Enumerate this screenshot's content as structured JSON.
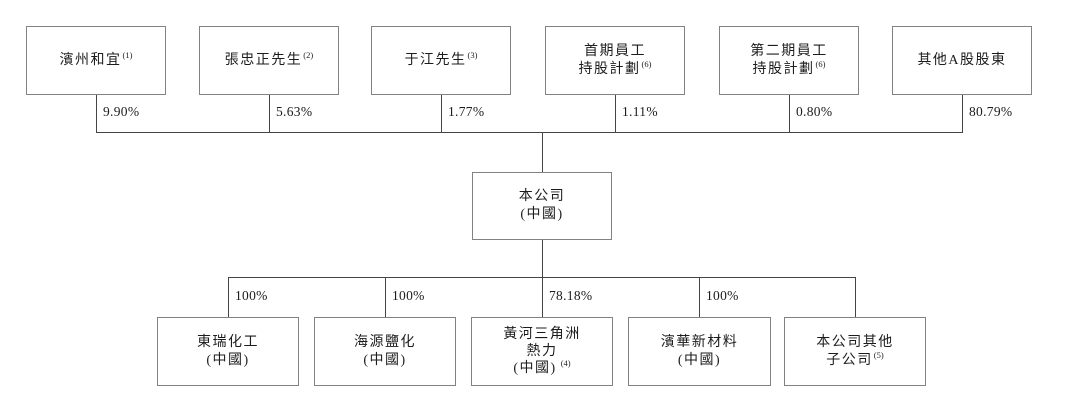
{
  "diagram": {
    "title": "shareholding-structure",
    "company": {
      "line1": "本公司",
      "line2": "(中國)"
    },
    "shareholders": [
      {
        "line1": "濱州和宜",
        "note": "(1)",
        "pct": "9.90%"
      },
      {
        "line1": "張忠正先生",
        "note": "(2)",
        "pct": "5.63%"
      },
      {
        "line1": "于江先生",
        "note": "(3)",
        "pct": "1.77%"
      },
      {
        "line1": "首期員工",
        "line2": "持股計劃",
        "note": "(6)",
        "pct": "1.11%"
      },
      {
        "line1": "第二期員工",
        "line2": "持股計劃",
        "note": "(6)",
        "pct": "0.80%"
      },
      {
        "line1": "其他A股股東",
        "pct": "80.79%"
      }
    ],
    "subsidiaries": [
      {
        "line1": "東瑞化工",
        "line2": "(中國)",
        "pct": "100%"
      },
      {
        "line1": "海源鹽化",
        "line2": "(中國)",
        "pct": "100%"
      },
      {
        "line1": "黃河三角洲",
        "line2": "熱力",
        "line3": "(中國)",
        "note": "(4)",
        "pct": "78.18%"
      },
      {
        "line1": "濱華新材料",
        "line2": "(中國)",
        "pct": "100%"
      },
      {
        "line1": "本公司其他",
        "line2": "子公司",
        "note": "(5)"
      }
    ],
    "colors": {
      "line": "#454545",
      "box_border": "#828282",
      "text": "#1c1c1c"
    }
  }
}
